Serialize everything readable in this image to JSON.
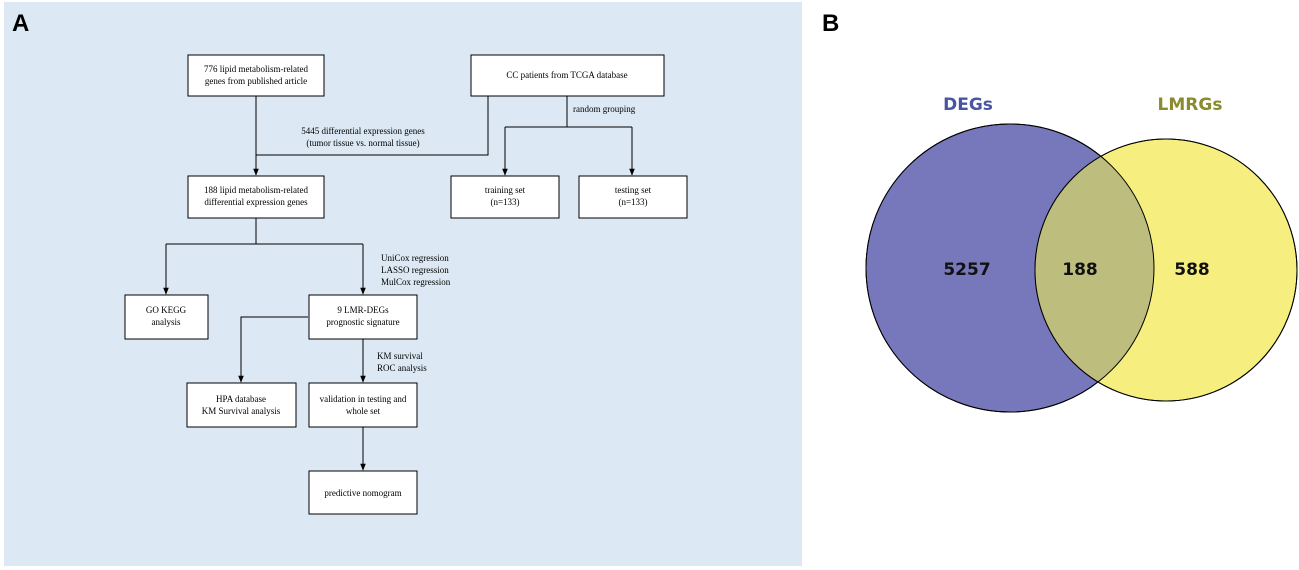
{
  "panel_a": {
    "label": "A",
    "background": "#dce9f4",
    "boxes": {
      "lipid_genes": [
        "776 lipid metabolism-related",
        "genes from published article"
      ],
      "tcga": [
        "CC patients from TCGA database"
      ],
      "lmr_degs": [
        "188 lipid metabolism-related",
        "differential expression genes"
      ],
      "training": [
        "training set",
        "(n=133)"
      ],
      "testing": [
        "testing set",
        "(n=133)"
      ],
      "go_kegg": [
        "GO KEGG",
        "analysis"
      ],
      "signature": [
        "9 LMR-DEGs",
        "prognostic signature"
      ],
      "hpa": [
        "HPA database",
        "KM Survival analysis"
      ],
      "validation": [
        "validation in testing and",
        "whole set"
      ],
      "nomogram": [
        "predictive nomogram"
      ]
    },
    "annotations": {
      "deg_note": [
        "5445 differential expression genes",
        "(tumor tissue vs. normal tissue)"
      ],
      "random_grouping": [
        "random grouping"
      ],
      "regression": [
        "UniCox regression",
        "LASSO regression",
        "MulCox regression"
      ],
      "survival": [
        "KM survival",
        "ROC analysis"
      ]
    }
  },
  "panel_b": {
    "label": "B",
    "left_set": {
      "name": "DEGs",
      "only_count": "5257",
      "fill": "#7777bb",
      "label_color": "#4a55a2"
    },
    "right_set": {
      "name": "LMRGs",
      "only_count": "588",
      "fill": "#f6ef80",
      "label_color": "#8a8a2e"
    },
    "intersection": {
      "count": "188",
      "fill": "#bdbd7e"
    }
  }
}
